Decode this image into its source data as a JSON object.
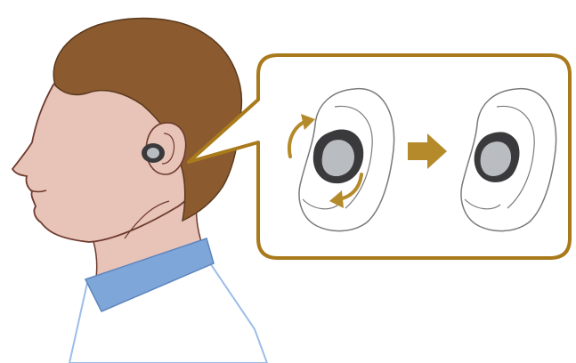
{
  "illustration": {
    "subject": "earbud-insertion-instruction",
    "steps": [
      "insert-and-rotate",
      "fitted"
    ],
    "colors": {
      "hair": "#8B5A2F",
      "skin": "#E8C3B8",
      "skin_outline": "#6E3B2E",
      "shirt_collar": "#7FA6D9",
      "shirt_body": "#9CBDE8",
      "callout_border": "#A97A1C",
      "arrow_accent": "#B48A2A",
      "earbud_dark": "#3A3A3C",
      "earbud_light": "#B9BCC0",
      "ear_line": "#7a7a7a"
    }
  }
}
